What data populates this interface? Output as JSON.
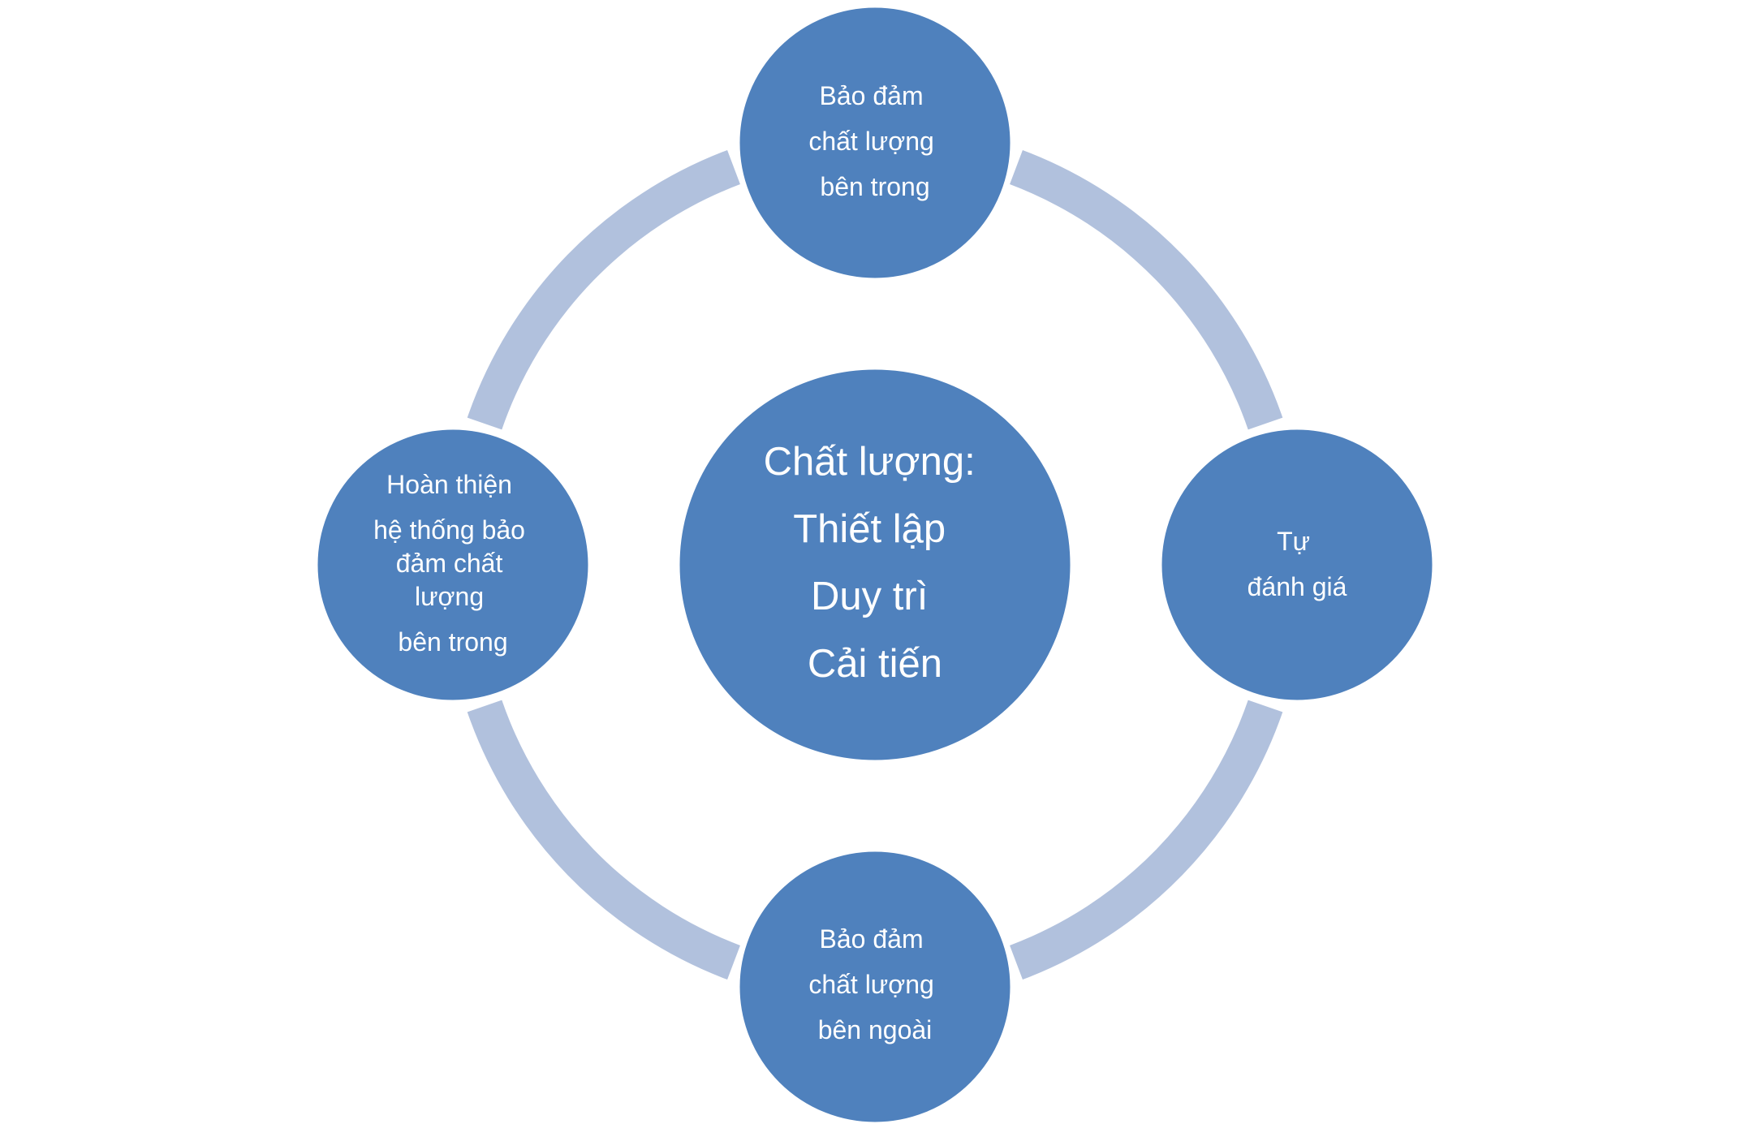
{
  "colors": {
    "node_fill": "#4f81bd",
    "ring_color": "#b1c1dd",
    "text_color": "#ffffff",
    "background": "#ffffff"
  },
  "center": {
    "lines": [
      "Chất lượng:",
      "Thiết lập",
      "Duy trì",
      "Cải tiến"
    ]
  },
  "nodes": [
    {
      "id": "top",
      "lines": [
        "Bảo đảm",
        "chất lượng",
        "bên trong"
      ]
    },
    {
      "id": "right",
      "lines": [
        "Tự",
        "đánh giá"
      ]
    },
    {
      "id": "bottom",
      "lines": [
        "Bảo đảm",
        "chất lượng",
        "bên ngoài"
      ]
    },
    {
      "id": "left",
      "lines": [
        "Hoàn thiện",
        "hệ thống bảo",
        "đảm chất",
        "lượng",
        "bên trong"
      ]
    }
  ]
}
